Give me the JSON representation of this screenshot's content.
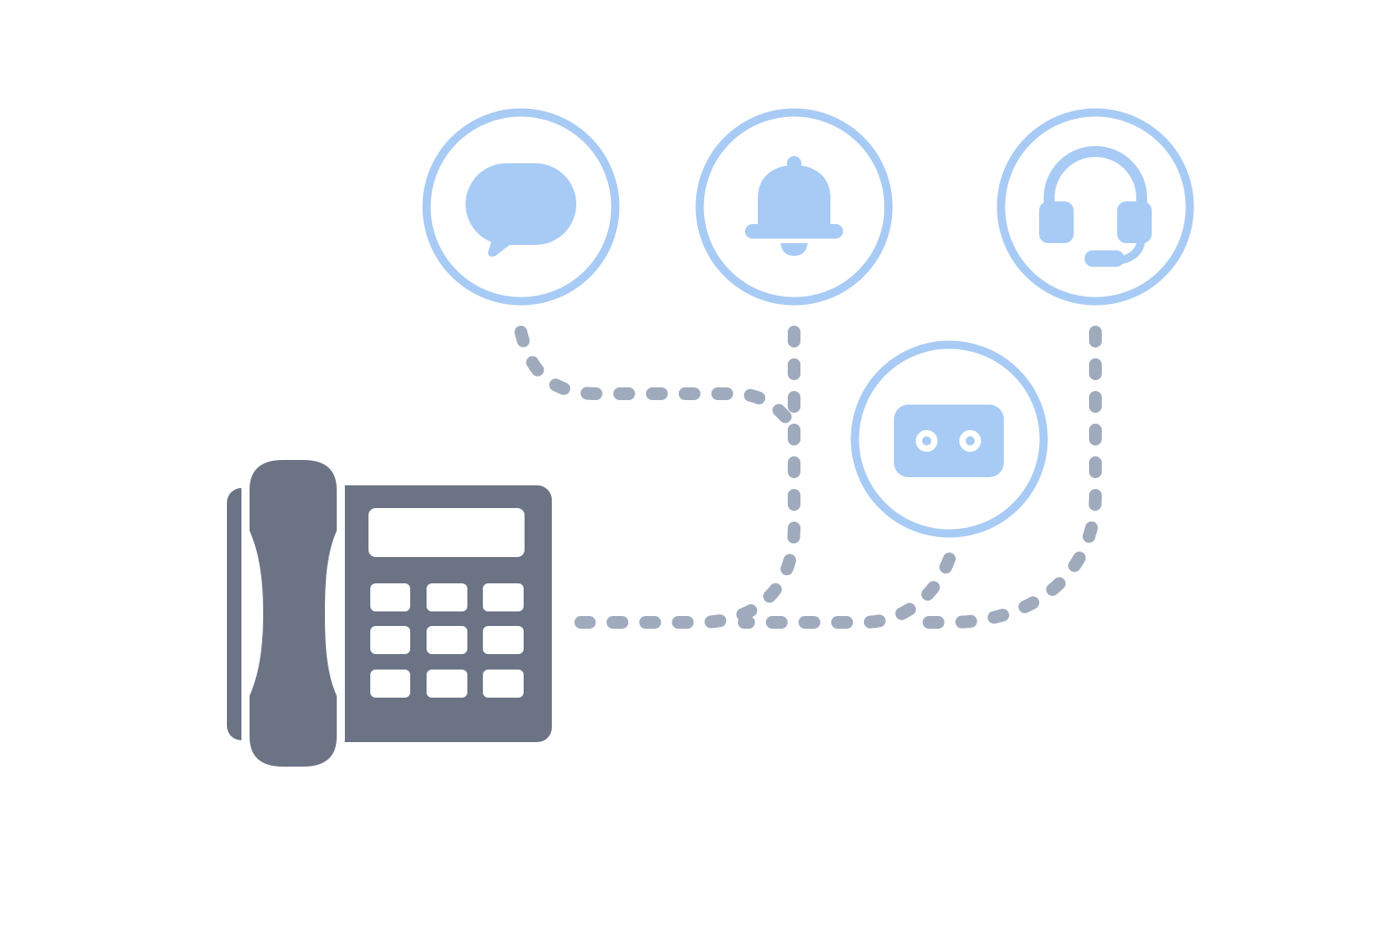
{
  "colors": {
    "background": "#ffffff",
    "phone": "#6b7385",
    "phone_cutout": "#ffffff",
    "icon_accent": "#a8cbf5",
    "connector": "#9fabbd"
  },
  "desk_phone": {
    "icon": "desk-phone-icon",
    "keypad_keys": 9
  },
  "channels": [
    {
      "id": "chat",
      "icon": "chat-bubble-icon"
    },
    {
      "id": "notifications",
      "icon": "bell-icon"
    },
    {
      "id": "support",
      "icon": "headset-icon"
    },
    {
      "id": "voicemail",
      "icon": "voicemail-icon"
    }
  ],
  "connectors": [
    {
      "from": "chat",
      "to": "desk-phone"
    },
    {
      "from": "notifications",
      "to": "desk-phone"
    },
    {
      "from": "voicemail",
      "to": "desk-phone"
    },
    {
      "from": "support",
      "to": "desk-phone"
    }
  ]
}
